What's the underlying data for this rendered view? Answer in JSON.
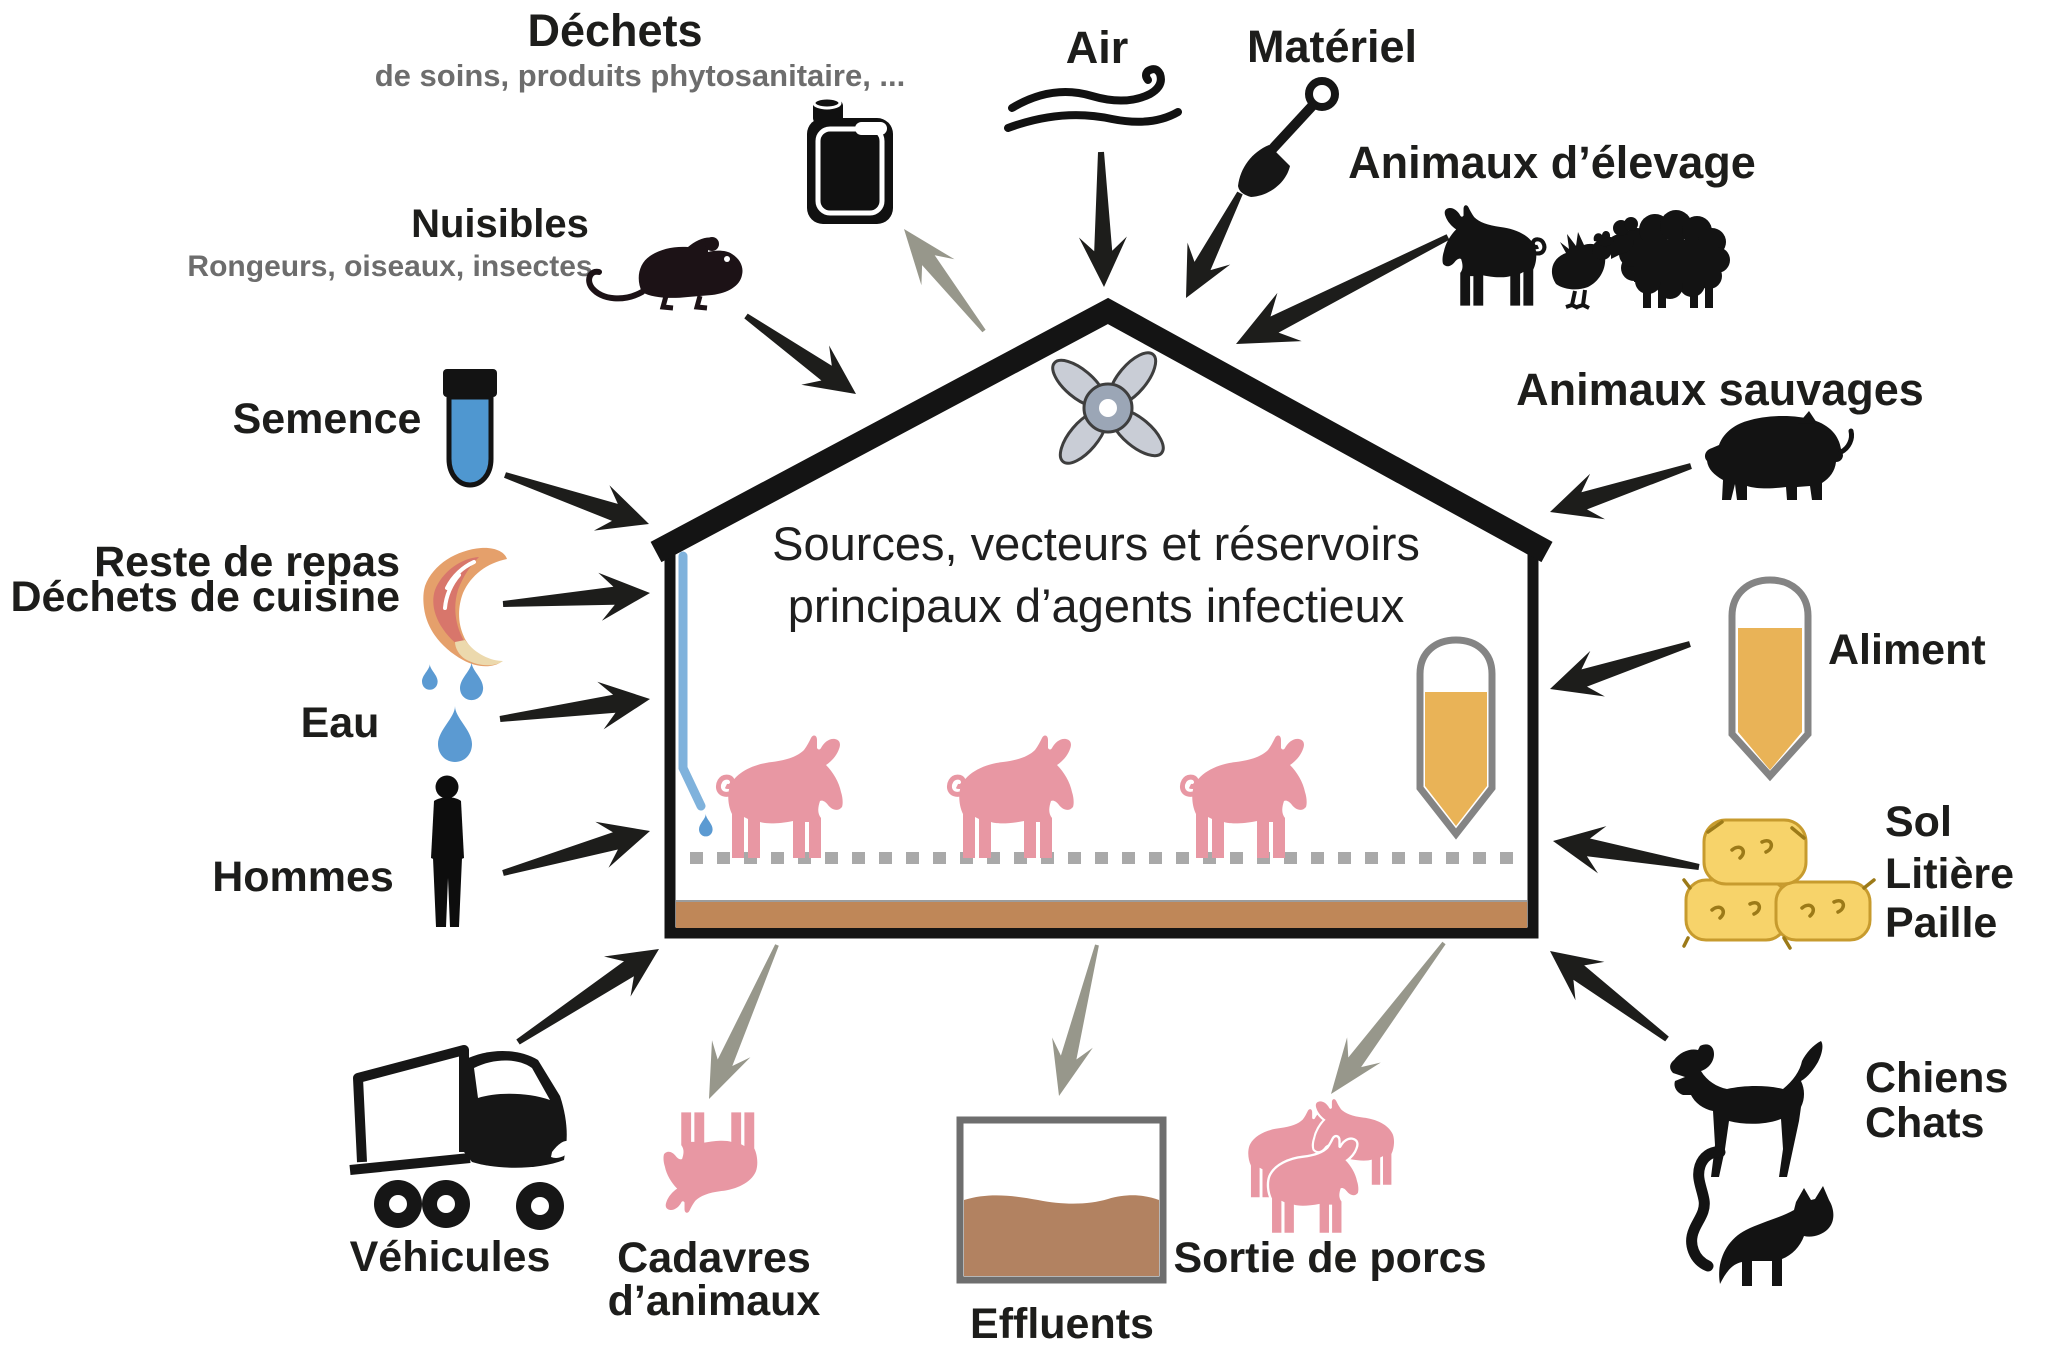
{
  "house": {
    "title_line1": "Sources, vecteurs et réservoirs",
    "title_line2": "principaux d’agents infectieux"
  },
  "nodes": {
    "dechets": {
      "title": "Déchets",
      "subtitle": "de soins, produits phytosanitaire, ...",
      "flow": "sortant"
    },
    "nuisibles": {
      "title": "Nuisibles",
      "subtitle": "Rongeurs, oiseaux, insectes",
      "flow": "entrant"
    },
    "air": {
      "label": "Air",
      "flow": "entrant"
    },
    "materiel": {
      "label": "Matériel",
      "flow": "entrant"
    },
    "animaux_elevage": {
      "label": "Animaux d’élevage",
      "flow": "entrant"
    },
    "animaux_sauvages": {
      "label": "Animaux sauvages",
      "flow": "entrant"
    },
    "semence": {
      "label": "Semence",
      "flow": "entrant"
    },
    "reste_repas": {
      "line1": "Reste de repas",
      "line2": "Déchets de cuisine",
      "flow": "entrant"
    },
    "eau": {
      "label": "Eau",
      "flow": "entrant"
    },
    "hommes": {
      "label": "Hommes",
      "flow": "entrant"
    },
    "aliment": {
      "label": "Aliment",
      "flow": "entrant"
    },
    "sol": {
      "line1": "Sol",
      "line2": "Litière",
      "line3": "Paille",
      "flow": "entrant"
    },
    "chiens_chats": {
      "line1": "Chiens",
      "line2": "Chats",
      "flow": "entrant"
    },
    "vehicules": {
      "label": "Véhicules",
      "flow": "entrant"
    },
    "cadavres": {
      "line1": "Cadavres",
      "line2": "d’animaux",
      "flow": "sortant"
    },
    "effluents": {
      "label": "Effluents",
      "flow": "sortant"
    },
    "sortie_porcs": {
      "label": "Sortie de porcs",
      "flow": "sortant"
    }
  },
  "colors": {
    "arrow_in": "#1d1d1b",
    "arrow_out": "#97978b",
    "pig_pink": "#e897a3",
    "floor_brown": "#bf8758",
    "water_blue": "#5b9ad2",
    "pipe_blue": "#7fb2dc",
    "feed_amber": "#e9b357",
    "effluent_brown": "#b28261",
    "hay_yellow": "#f7d36a",
    "text_black": "#1d1d1b",
    "text_gray": "#6d6d6d"
  }
}
